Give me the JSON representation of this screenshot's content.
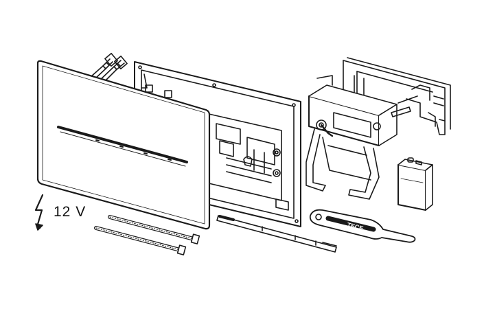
{
  "figure": {
    "voltage_label": "12 V",
    "brand_mark": "TECE",
    "line_color": "#1a1a1a",
    "background": "#ffffff"
  },
  "parts": [
    {
      "name": "cover-plate"
    },
    {
      "name": "mounting-frame"
    },
    {
      "name": "hose-connectors"
    },
    {
      "name": "flush-actuator-unit"
    },
    {
      "name": "battery-12v"
    },
    {
      "name": "lightning-icon"
    },
    {
      "name": "threaded-rods"
    },
    {
      "name": "adjustment-rod"
    },
    {
      "name": "tece-key-tool"
    }
  ]
}
